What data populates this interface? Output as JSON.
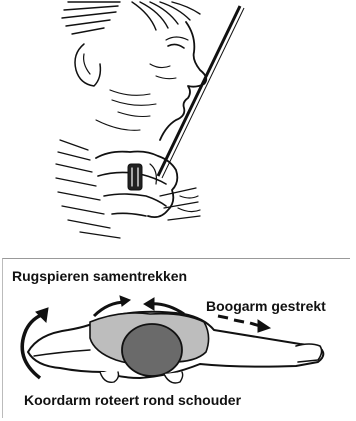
{
  "labels": {
    "back_muscles": "Rugspieren samentrekken",
    "bow_arm": "Boogarm gestrekt",
    "draw_arm": "Koordarm roteert rond schouder"
  },
  "colors": {
    "ink": "#111111",
    "shoulder_fill": "#bdbdbd",
    "joint_fill": "#6a6a6a"
  },
  "icons": [
    "archer-face-illustration",
    "bow-string",
    "draw-hand",
    "shoulder-topview"
  ]
}
